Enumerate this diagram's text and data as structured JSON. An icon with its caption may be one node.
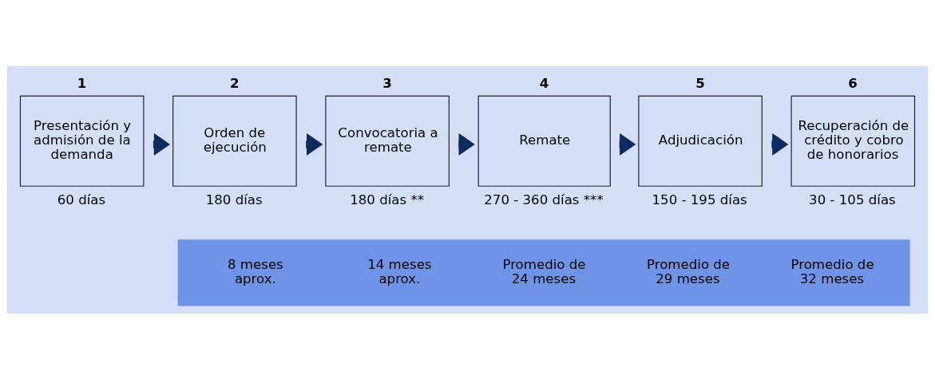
{
  "diagram": {
    "nodes": [
      {
        "text": [
          "1",
          "Presentación y admisión de la demanda"
        ],
        "beside": [
          "60 días"
        ]
      },
      {
        "text": [
          "2",
          "Orden de ejecución"
        ],
        "beside": [
          "180 días"
        ]
      },
      {
        "text": [
          "3",
          "Convocatoria a remate"
        ],
        "beside": [
          "180 días **"
        ]
      },
      {
        "text": [
          "4",
          "Remate"
        ],
        "beside": [
          "270 - 360 días ***"
        ]
      },
      {
        "text": [
          "5",
          "Adjudicación"
        ],
        "beside": [
          "150 - 195 días"
        ]
      },
      {
        "text": [
          "6",
          "Recuperación de crédito y cobro de honorarios"
        ],
        "beside": [
          "30 - 105 días"
        ]
      },
      {
        "text": [
          "8 meses aprox.",
          "14 meses aprox.",
          "Promedio de 24 meses",
          "Promedio de 29 meses",
          "Promedio de 32 meses"
        ]
      }
    ],
    "edges": [
      {
        "from": 0,
        "to": 1,
        "arrow": "to"
      },
      {
        "from": 1,
        "to": 2,
        "arrow": "to"
      },
      {
        "from": 2,
        "to": 3,
        "arrow": "to"
      },
      {
        "from": 3,
        "to": 4,
        "arrow": "to"
      },
      {
        "from": 4,
        "to": 5,
        "arrow": "to"
      }
    ]
  }
}
